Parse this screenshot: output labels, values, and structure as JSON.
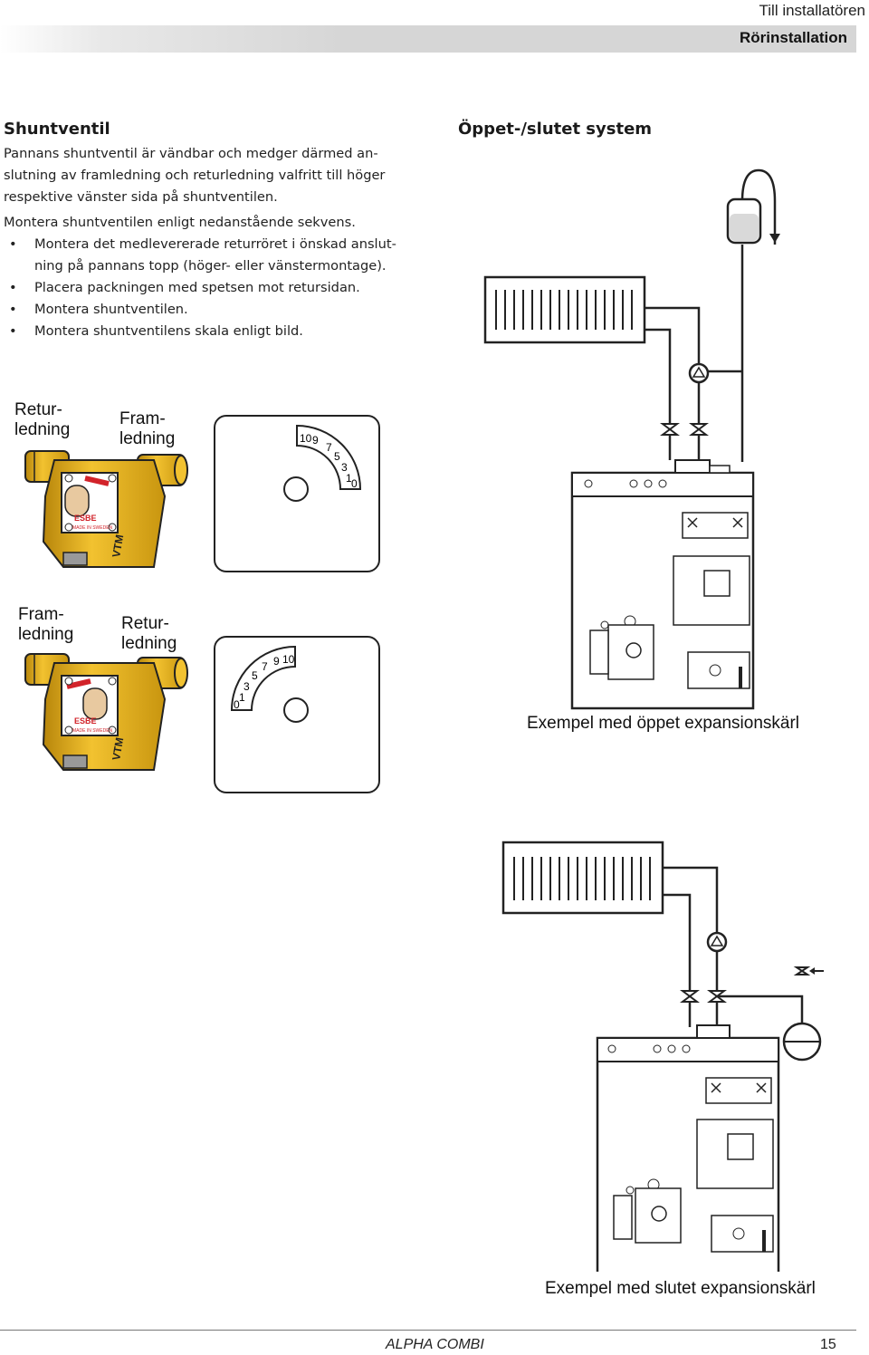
{
  "header": {
    "category": "Till installatören",
    "section": "Rörinstallation"
  },
  "left": {
    "heading": "Shuntventil",
    "paragraphs": [
      "Pannans shuntventil är vändbar och medger därmed an-",
      "slutning av framledning och returledning valfritt till höger",
      "respektive vänster sida på shuntventilen.",
      "Montera shuntventilen enligt nedanstående sekvens."
    ],
    "bullets": [
      "Montera det medlevererade returröret i önskad anslut-",
      "ning på pannans topp (höger- eller vänstermontage).",
      "Placera packningen med spetsen mot retursidan.",
      "Montera shuntventilen.",
      "Montera shuntventilens skala enligt bild."
    ]
  },
  "figure_top": {
    "label_left_1": "Retur-",
    "label_left_2": "ledning",
    "label_right_1": "Fram-",
    "label_right_2": "ledning",
    "valve_brand": "ESBE",
    "valve_small_1": "VTM",
    "valve_small_2": "MADE IN SWEDEN",
    "scale_ticks": [
      "10",
      "9",
      "7",
      "5",
      "3",
      "1",
      "0"
    ]
  },
  "figure_bottom": {
    "label_left_1": "Fram-",
    "label_left_2": "ledning",
    "label_right_1": "Retur-",
    "label_right_2": "ledning",
    "valve_brand": "ESBE",
    "valve_small_1": "VTM",
    "valve_small_2": "MADE IN SWEDEN",
    "scale_ticks": [
      "0",
      "1",
      "3",
      "5",
      "7",
      "9",
      "10"
    ]
  },
  "right": {
    "heading": "Öppet-/slutet system",
    "caption_open": "Exempel med öppet expansionskärl",
    "caption_closed": "Exempel med slutet expansionskärl"
  },
  "footer": {
    "doc": "ALPHA COMBI",
    "page": "15"
  }
}
